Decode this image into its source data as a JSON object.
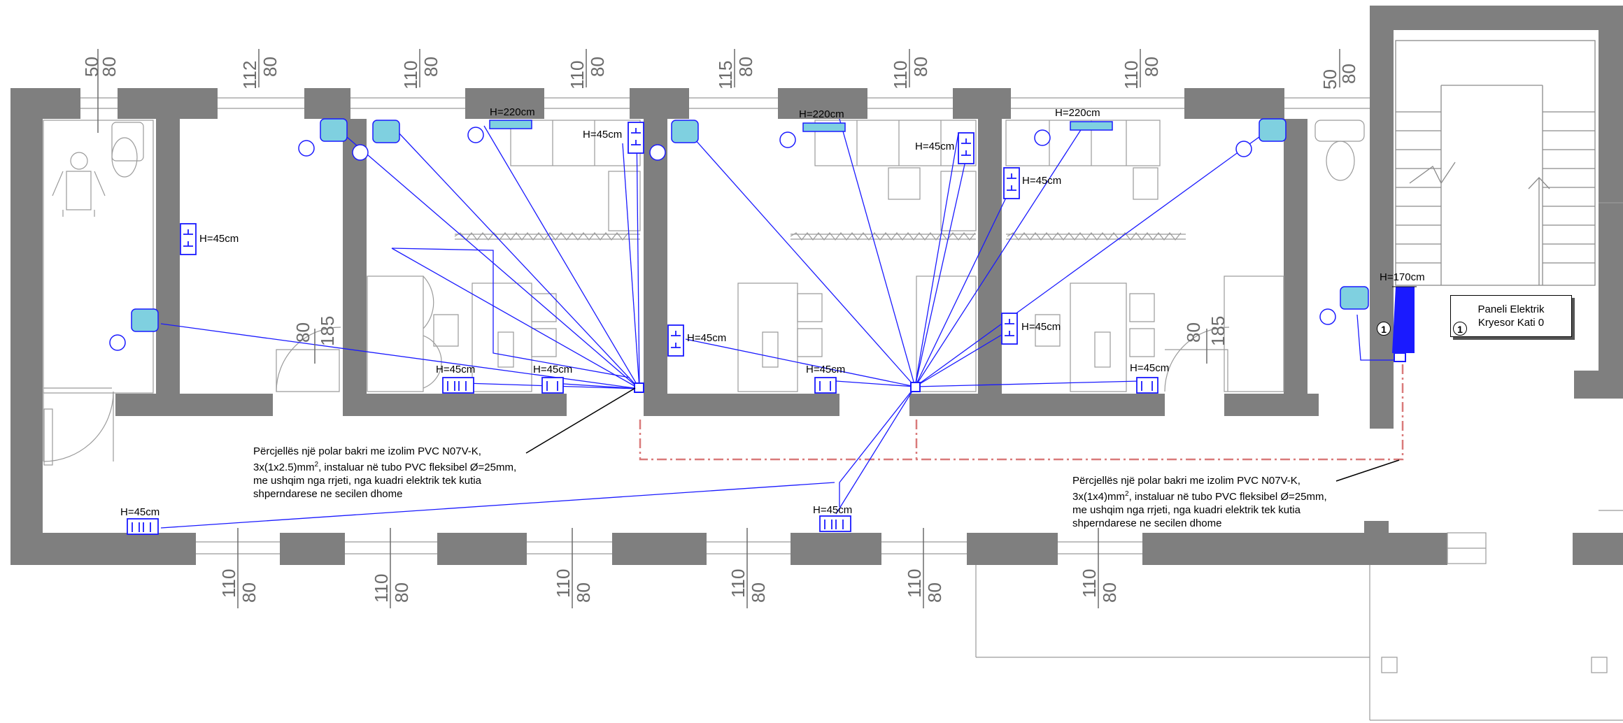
{
  "labels": {
    "h45": "H=45cm",
    "h220": "H=220cm",
    "h170": "H=170cm"
  },
  "dims": {
    "d50": "50",
    "d80": "80",
    "d112": "112",
    "d110": "110",
    "d115": "115",
    "d185": "185"
  },
  "notes": {
    "left": {
      "l1": "Përcjellës një polar bakri me izolim PVC N07V-K,",
      "l2a": "3x(1x2.5)mm",
      "sup": "2",
      "l2b": ", instaluar në tubo PVC fleksibel Ø=25mm,",
      "l3": "me ushqim nga rrjeti, nga kuadri elektrik tek kutia",
      "l4": "shperndarese ne secilen dhome"
    },
    "right": {
      "l1": "Përcjellës një polar bakri me izolim PVC N07V-K,",
      "l2a": "3x(1x4)mm",
      "sup": "2",
      "l2b": ", instaluar në tubo PVC fleksibel Ø=25mm,",
      "l3": "me ushqim nga rrjeti, nga kuadri elektrik tek kutia",
      "l4": "shperndarese ne secilen dhome"
    }
  },
  "panel": {
    "line1": "Paneli Elektrik",
    "line2": "Kryesor Kati 0",
    "marker": "1"
  },
  "colors": {
    "wall": "#7f7f7f",
    "cable": "#1a1aff",
    "feeder": "#d97a7a",
    "furniture": "#9a9a9a"
  }
}
